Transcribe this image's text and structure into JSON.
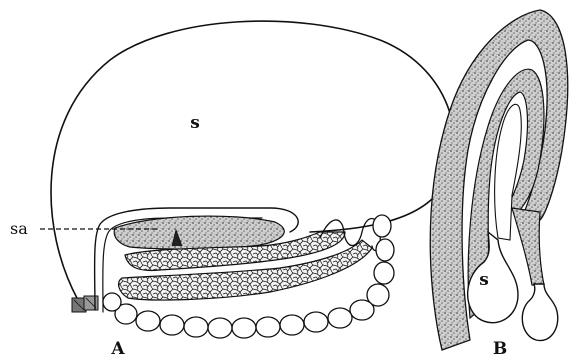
{
  "figure": {
    "panel_a": {
      "panel_label": "A",
      "sac_label": "s",
      "pointer_label": "sa"
    },
    "panel_b": {
      "panel_label": "B",
      "sac_label": "s"
    }
  },
  "colors": {
    "ink": "#111111",
    "paper": "#ffffff",
    "stipple": "#bdbdbd",
    "cell_fill": "#ececec"
  }
}
